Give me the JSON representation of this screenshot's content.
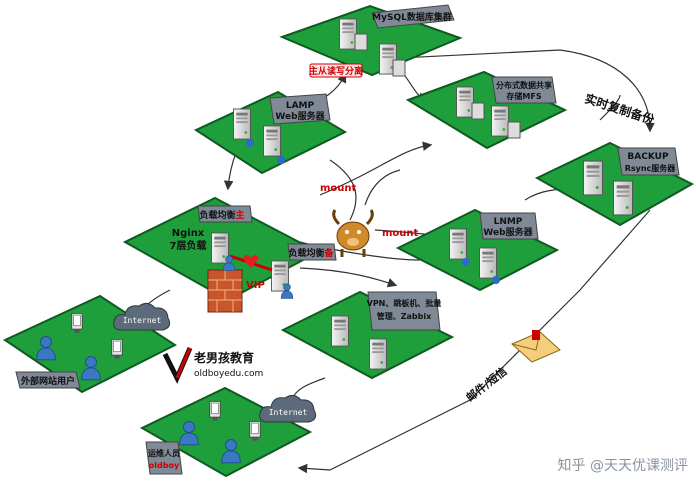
{
  "platforms": {
    "mysql": {
      "label": "MySQL数据库集群",
      "badge": "主从读写分离"
    },
    "lamp": {
      "label_line1": "LAMP",
      "label_line2": "Web服务器"
    },
    "nfs": {
      "label_line1": "分布式数据共享",
      "label_line2": "存储MFS"
    },
    "backup": {
      "label_line1": "BACKUP",
      "label_line2": "Rsync服务器"
    },
    "lnmp": {
      "label_line1": "LNMP",
      "label_line2": "Web服务器"
    },
    "nginx": {
      "title_line1": "Nginx",
      "title_line2": "7层负载",
      "master_badge_prefix": "负载均衡",
      "master_badge_suffix": "主",
      "backup_badge_prefix": "负载均衡",
      "backup_badge_suffix": "备",
      "vip": "VIP"
    },
    "vpn": {
      "label_line1": "VPN、跳板机、批量",
      "label_line2": "管理、Zabbix"
    },
    "external": {
      "label": "外部网站用户"
    },
    "ops": {
      "label_line1": "运维人员",
      "label_line2": "oldboy"
    }
  },
  "connectors": {
    "mount_top": "mount",
    "mount_mid": "mount",
    "realtime_backup": "实时复制备份",
    "mail_sms": "邮件/短信",
    "internet_1": "Internet",
    "internet_2": "Internet"
  },
  "logo": {
    "name": "老男孩教育",
    "url": "oldboyedu.com"
  },
  "watermark": "知乎 @天天优课测评",
  "colors": {
    "platform": "#1f9e3c",
    "platform_edge": "#0e5a20",
    "label_bg": "#7f8a96",
    "accent_red": "#cc0000",
    "arrow": "#333333"
  }
}
